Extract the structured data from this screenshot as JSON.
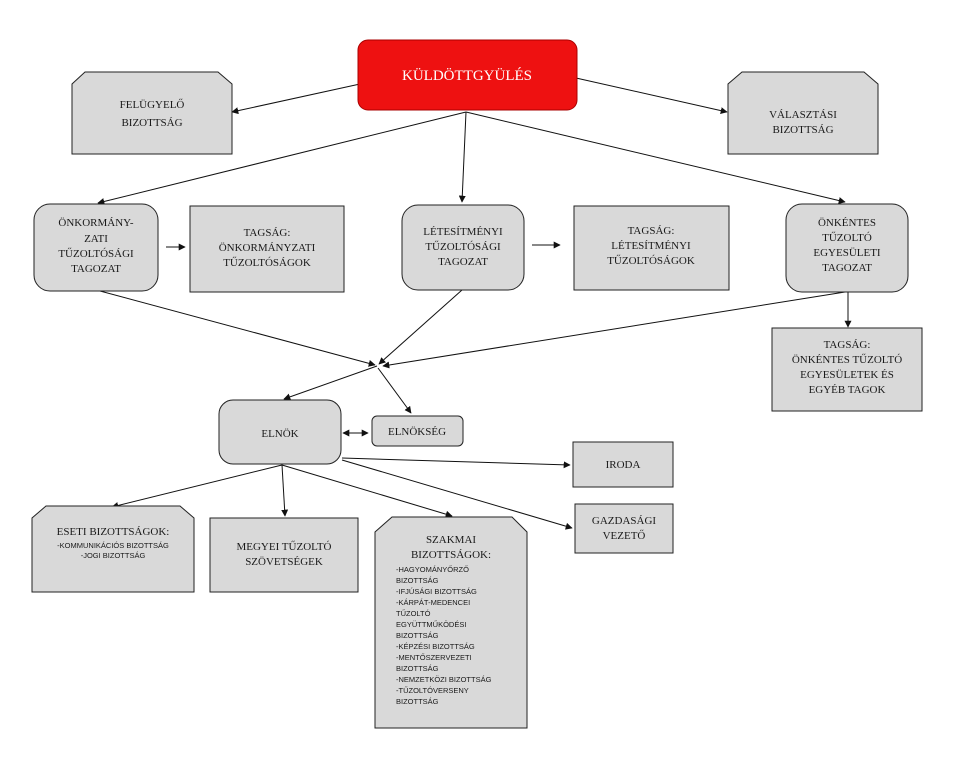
{
  "nodes": {
    "kuldottgyules": "KÜLDÖTTGYÜLÉS",
    "felugyelo": [
      "FELÜGYELŐ",
      "BIZOTTSÁG"
    ],
    "valasztasi": [
      "VÁLASZTÁSI",
      "BIZOTTSÁG"
    ],
    "onkormanyzati_tagozat": [
      "ÖNKORMÁNY-",
      "ZATI",
      "TŰZOLTÓSÁGI",
      "TAGOZAT"
    ],
    "tagsag_onkormanyzati": [
      "TAGSÁG:",
      "ÖNKORMÁNYZATI",
      "TŰZOLTÓSÁGOK"
    ],
    "letesitmenyi_tagozat": [
      "LÉTESÍTMÉNYI",
      "TŰZOLTÓSÁGI",
      "TAGOZAT"
    ],
    "tagsag_letesitmenyi": [
      "TAGSÁG:",
      "LÉTESÍTMÉNYI",
      "TŰZOLTÓSÁGOK"
    ],
    "onkentes_tagozat": [
      "ÖNKÉNTES",
      "TŰZOLTÓ",
      "EGYESÜLETI",
      "TAGOZAT"
    ],
    "tagsag_onkentes": [
      "TAGSÁG:",
      "ÖNKÉNTES  TŰZOLTÓ",
      "EGYESÜLETEK  ÉS",
      "EGYÉB  TAGOK"
    ],
    "elnok": "ELNÖK",
    "elnokseg": "ELNÖKSÉG",
    "iroda": "IRODA",
    "gazdasagi": [
      "GAZDASÁGI",
      "VEZETŐ"
    ],
    "eseti": {
      "title": "ESETI BIZOTTSÁGOK:",
      "items": [
        "-KOMMUNIKÁCIÓS BIZOTTSÁG",
        "-JOGI BIZOTTSÁG"
      ]
    },
    "megyei": [
      "MEGYEI  TŰZOLTÓ",
      "SZÖVETSÉGEK"
    ],
    "szakmai": {
      "title": [
        "SZAKMAI",
        "BIZOTTSÁGOK:"
      ],
      "items": [
        "-HAGYOMÁNYŐRZŐ",
        "BIZOTTSÁG",
        "-IFJÚSÁGI BIZOTTSÁG",
        "-KÁRPÁT-MEDENCEI",
        "TŰZOLTÓ",
        "EGYÜTTMŰKÖDÉSI",
        "BIZOTTSÁG",
        "-KÉPZÉSI BIZOTTSÁG",
        "-MENTŐSZERVEZETI",
        "BIZOTTSÁG",
        "-NEMZETKÖZI BIZOTTSÁG",
        "-TŰZOLTÓVERSENY",
        "BIZOTTSÁG"
      ]
    }
  },
  "colors": {
    "node_fill": "#d9d9d9",
    "accent_red": "#ee1111",
    "stroke": "#222222"
  }
}
